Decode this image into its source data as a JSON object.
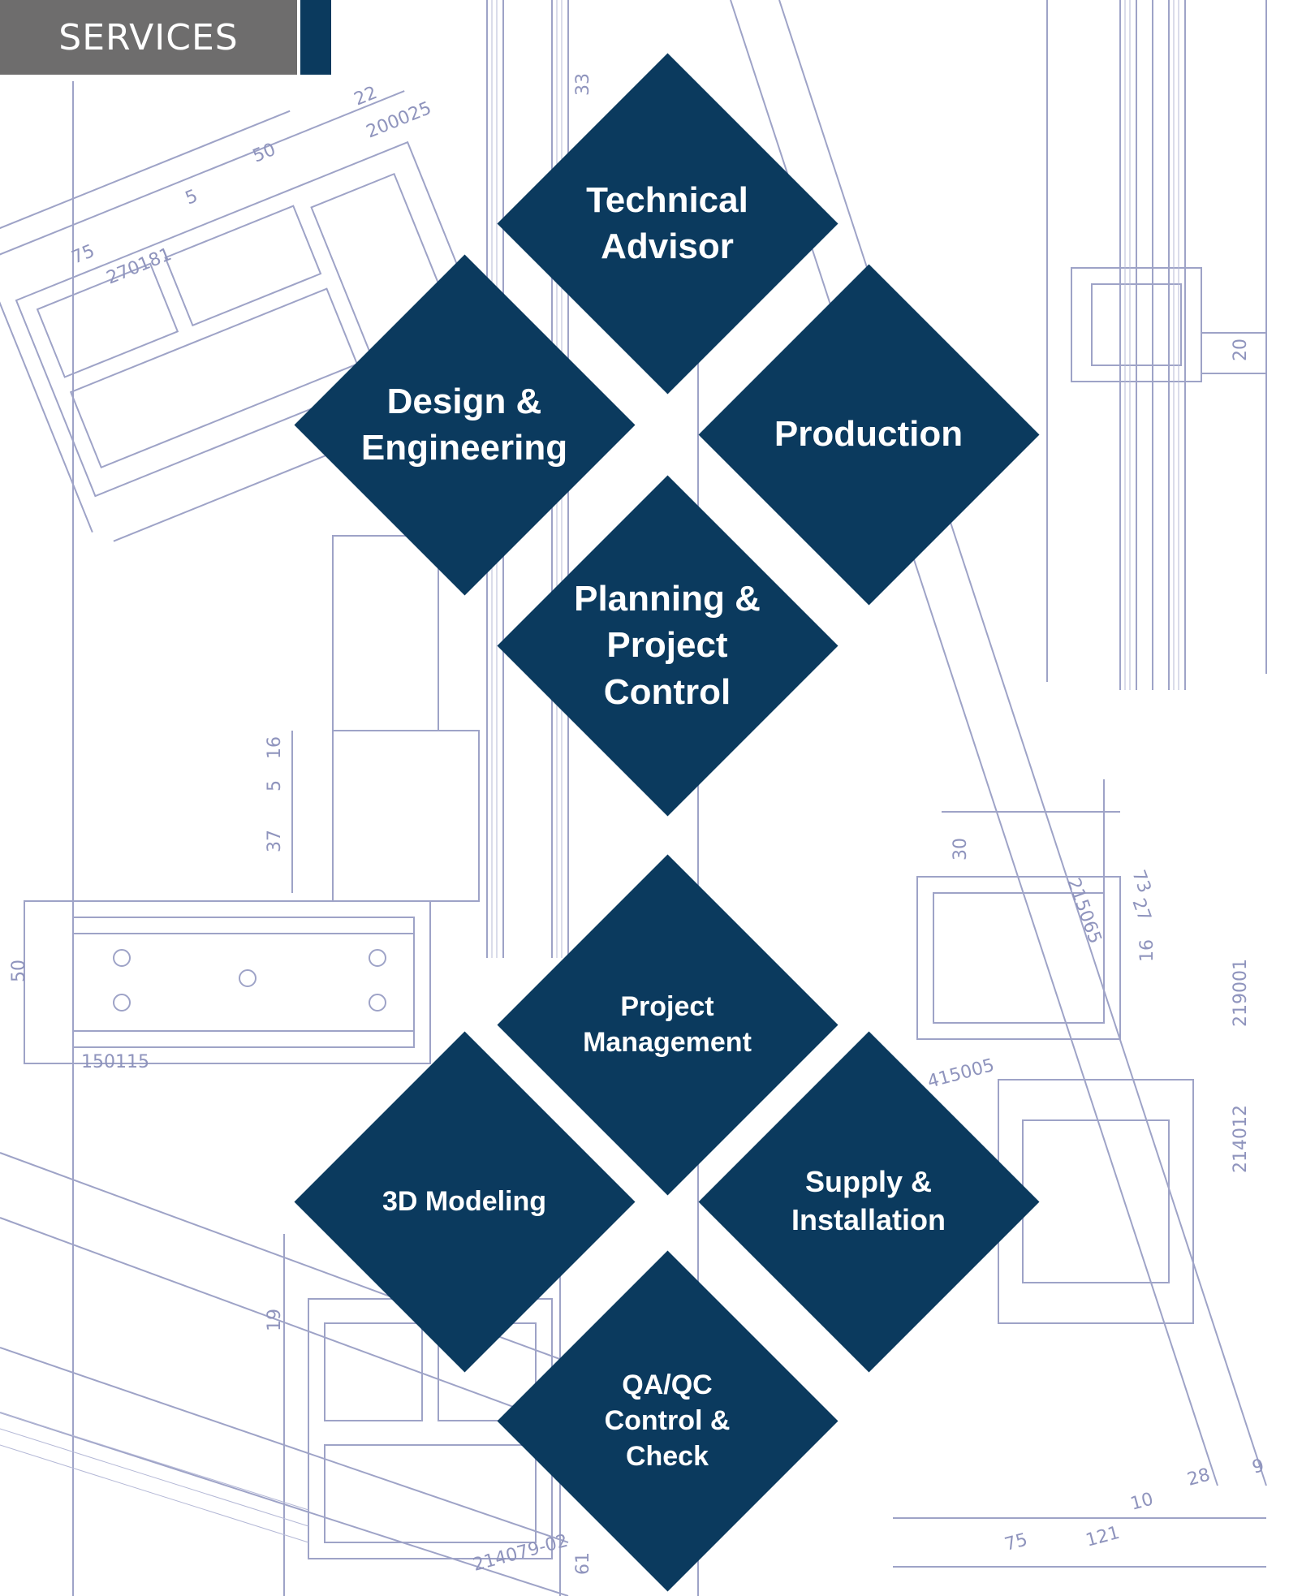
{
  "header": {
    "title": "SERVICES",
    "bar_color": "#6e6d6d",
    "accent_color": "#0b3a5e"
  },
  "diamond_color": "#0b3a5e",
  "services": [
    {
      "id": "technical-advisor",
      "label": "Technical\nAdvisor"
    },
    {
      "id": "design-engineering",
      "label": "Design &\nEngineering"
    },
    {
      "id": "production",
      "label": "Production"
    },
    {
      "id": "planning-project-control",
      "label": "Planning &\nProject\nControl"
    },
    {
      "id": "project-management",
      "label": "Project\nManagement"
    },
    {
      "id": "3d-modeling",
      "label": "3D Modeling"
    },
    {
      "id": "supply-installation",
      "label": "Supply &\nInstallation"
    },
    {
      "id": "qa-qc-control-check",
      "label": "QA/QC\nControl &\nCheck"
    }
  ],
  "drawing_labels": [
    "22",
    "50",
    "5",
    "75",
    "270181",
    "200025",
    "33",
    "20",
    "16",
    "5",
    "37",
    "50",
    "150115",
    "30",
    "73",
    "27",
    "16",
    "215065",
    "219001",
    "415005",
    "214012",
    "19",
    "214079-02",
    "61",
    "75",
    "121",
    "10",
    "28",
    "9"
  ]
}
